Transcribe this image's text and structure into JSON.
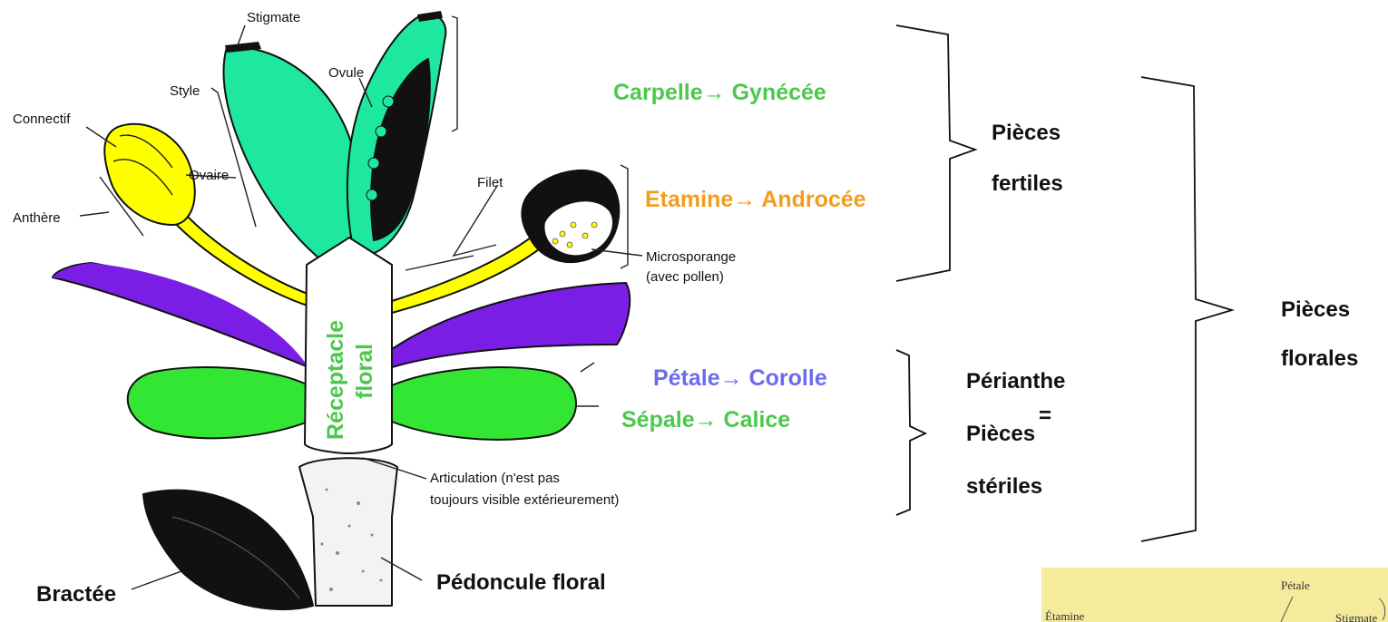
{
  "labels": {
    "stigmate": "Stigmate",
    "style": "Style",
    "ovule": "Ovule",
    "connectif": "Connectif",
    "ovaire": "Ovaire",
    "anthere": "Anthère",
    "filet": "Filet",
    "microsporange_1": "Microsporange",
    "microsporange_2": "(avec pollen)",
    "receptacle_1": "Réceptacle",
    "receptacle_2": "floral",
    "articulation_1": "Articulation (n'est pas",
    "articulation_2": "toujours visible extérieurement)",
    "pedoncule": "Pédoncule floral",
    "bractee": "Bractée"
  },
  "groups": {
    "carpelle": "Carpelle→ Gynécée",
    "etamine": "Etamine→ Androcée",
    "petale": "Pétale→ Corolle",
    "sepale": "Sépale→ Calice"
  },
  "brace_labels": {
    "fertiles_1": "Pièces",
    "fertiles_2": "fertiles",
    "perianthe": "Périanthe",
    "equals": "=",
    "steriles_1": "Pièces",
    "steriles_2": "stériles",
    "florales_1": "Pièces",
    "florales_2": "florales"
  },
  "inset": {
    "petale": "Pétale",
    "etamine": "Étamine",
    "stigmate": "Stigmate"
  },
  "colors": {
    "carpel_green": "#1ee8a0",
    "anther_yellow": "#ffff00",
    "petal_purple": "#7a1ee6",
    "sepal_green": "#33e633",
    "label_carpelle": "#4cc84c",
    "label_etamine": "#f39c1e",
    "label_petale": "#6b6bf0",
    "label_sepale": "#4cc84c",
    "receptacle_text": "#4cc84c",
    "inset_bg": "#f4eb9c"
  }
}
